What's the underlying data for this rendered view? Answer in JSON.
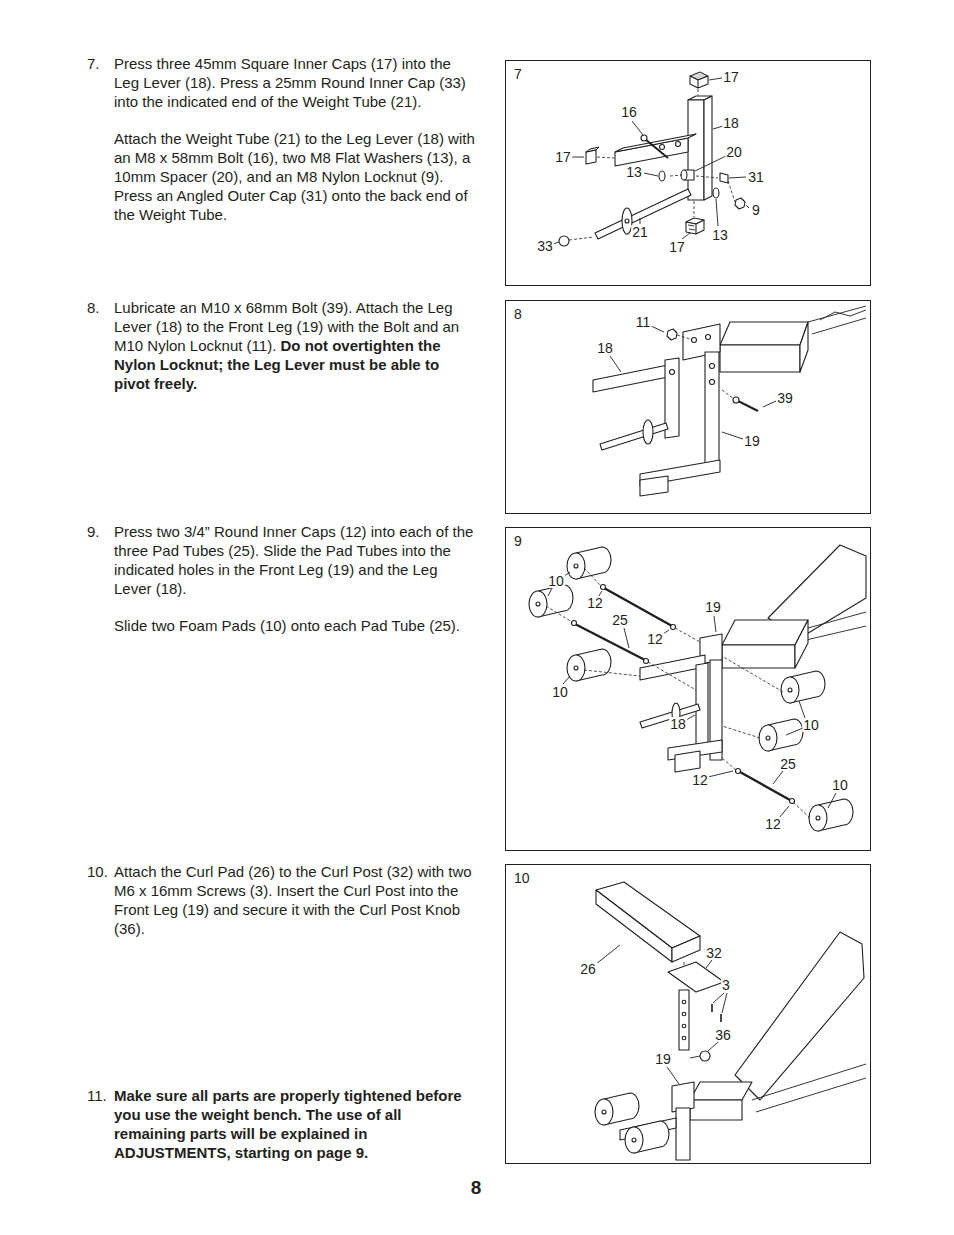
{
  "diagram": {
    "nodes": [
      {
        "text": [
          "7"
        ]
      },
      {
        "text": [
          "8"
        ]
      },
      {
        "text": [
          "9"
        ]
      },
      {
        "text": [
          "10"
        ]
      }
    ],
    "labels": [
      "7.",
      "Press three 45mm Square Inner Caps (17) into the Leg Lever (18). Press a 25mm Round Inner Cap (33) into the indicated end of the Weight Tube (21).",
      "Attach the Weight Tube (21) to the Leg Lever (18) with an M8 x 58mm Bolt (16), two M8 Flat Washers (13), a 10mm Spacer (20), and an M8 Nylon Locknut (9). Press an Angled Outer Cap (31) onto the back end of the Weight Tube.",
      "8.",
      "Lubricate an M10 x 68mm Bolt (39). Attach the Leg Lever (18) to the Front Leg (19) with the Bolt and an M10 Nylon Locknut (11).",
      "Do not overtighten the Nylon Locknut; the Leg Lever must be able to pivot freely.",
      "9.",
      "Press two 3/4” Round Inner Caps (12) into each of the three Pad Tubes (25). Slide the Pad Tubes into the indicated holes in the Front Leg (19) and the Leg Lever (18).",
      "Slide two Foam Pads (10) onto each Pad Tube (25).",
      "10.",
      "Attach the Curl Pad (26) to the Curl Post (32) with two M6 x 16mm Screws (3). Insert the Curl Post into the Front Leg (19) and secure it with the Curl Post Knob (36).",
      "11.",
      "Make sure all parts are properly tightened before you use the weight bench. The use of all remaining parts will be explained in ADJUSTMENTS, starting on page 9.",
      "8",
      "17",
      "16",
      "18",
      "17",
      "20",
      "13",
      "31",
      "9",
      "33",
      "21",
      "17",
      "13",
      "11",
      "18",
      "39",
      "19",
      "10",
      "12",
      "19",
      "25",
      "12",
      "10",
      "18",
      "10",
      "25",
      "12",
      "10",
      "12",
      "26",
      "32",
      "3",
      "36",
      "19"
    ]
  }
}
